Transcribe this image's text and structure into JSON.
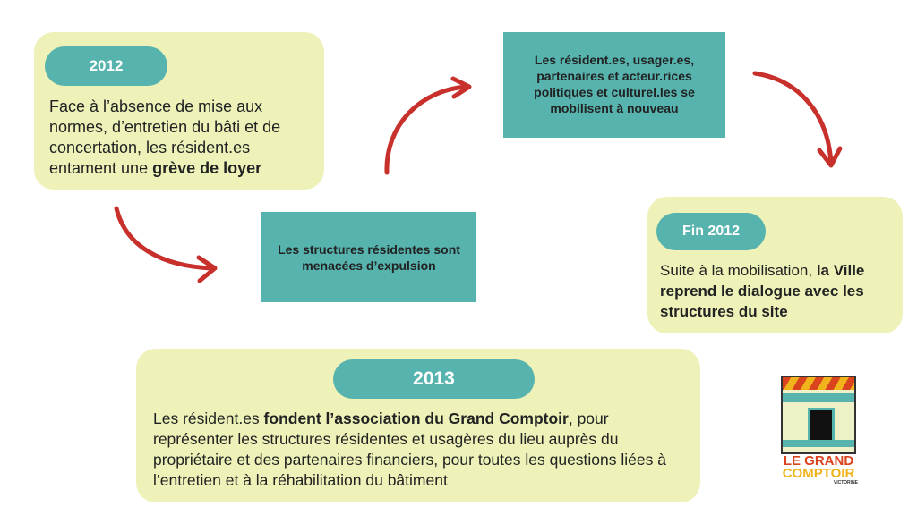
{
  "step1": {
    "year": "2012",
    "text": "Face à l’absence de mise aux normes, d’entretien du bâti et de concertation, les résident.es entament une ",
    "bold": "grève de loyer"
  },
  "step2": {
    "text": "Les structures résidentes sont menacées d’expulsion"
  },
  "step3": {
    "text": "Les résident.es, usager.es, partenaires et acteur.rices politiques et culturel.les se mobilisent à nouveau"
  },
  "step4": {
    "year": "Fin 2012",
    "text": "Suite à la mobilisation, ",
    "bold": "la Ville reprend le dialogue avec les structures du site"
  },
  "step5": {
    "year": "2013",
    "text_pre": "Les résident.es ",
    "bold": "fondent l’association du Grand Comptoir",
    "text_post": ", pour représenter les structures résidentes et usagères du lieu auprès du propriétaire et des partenaires financiers, pour toutes les questions liées à l’entretien et à la réhabilitation du bâtiment"
  },
  "logo": {
    "line1": "LE GRAND",
    "line2": "COMPTOIR",
    "line3": "VICTORINE"
  },
  "colors": {
    "box": "#eef2b9",
    "teal": "#56b3ae",
    "arrow": "#c8302c"
  }
}
